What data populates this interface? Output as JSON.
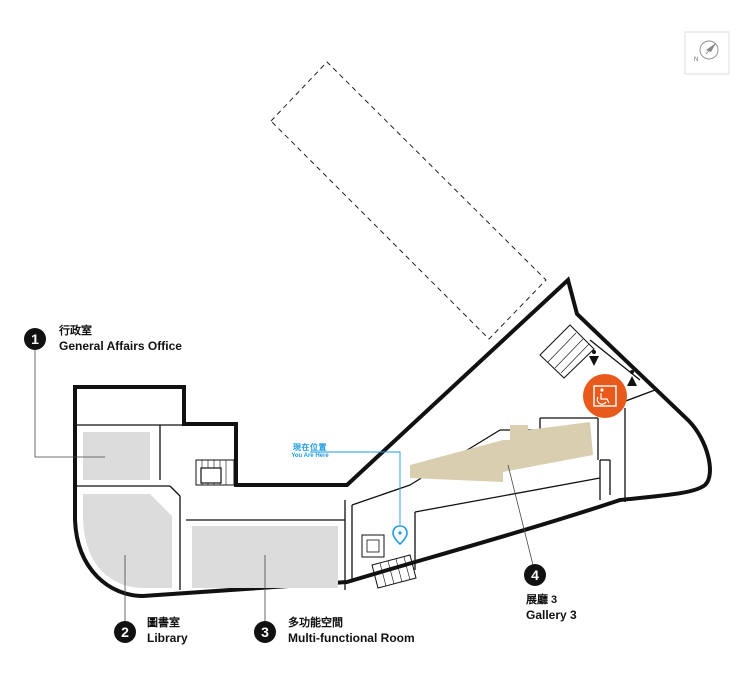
{
  "rooms": [
    {
      "number": "1",
      "name_zh": "行政室",
      "name_en": "General Affairs Office"
    },
    {
      "number": "2",
      "name_zh": "圖書室",
      "name_en": "Library"
    },
    {
      "number": "3",
      "name_zh": "多功能空間",
      "name_en": "Multi-functional Room"
    },
    {
      "number": "4",
      "name_zh": "展廳 3",
      "name_en": "Gallery 3"
    }
  ],
  "you_are_here": {
    "zh": "現在位置",
    "en": "You Are Here"
  },
  "compass": {
    "label": "N"
  },
  "icons": [
    "compass-icon",
    "location-pin-icon",
    "accessible-toilet-icon",
    "toilet-icon",
    "staircase-icon",
    "elevator-icon"
  ],
  "colors": {
    "wall": "#111111",
    "room_fill": "#dcdcdc",
    "gallery_fill": "#d9ceb0",
    "accessible": "#e85a1c",
    "you_are_here": "#1e9be0"
  }
}
